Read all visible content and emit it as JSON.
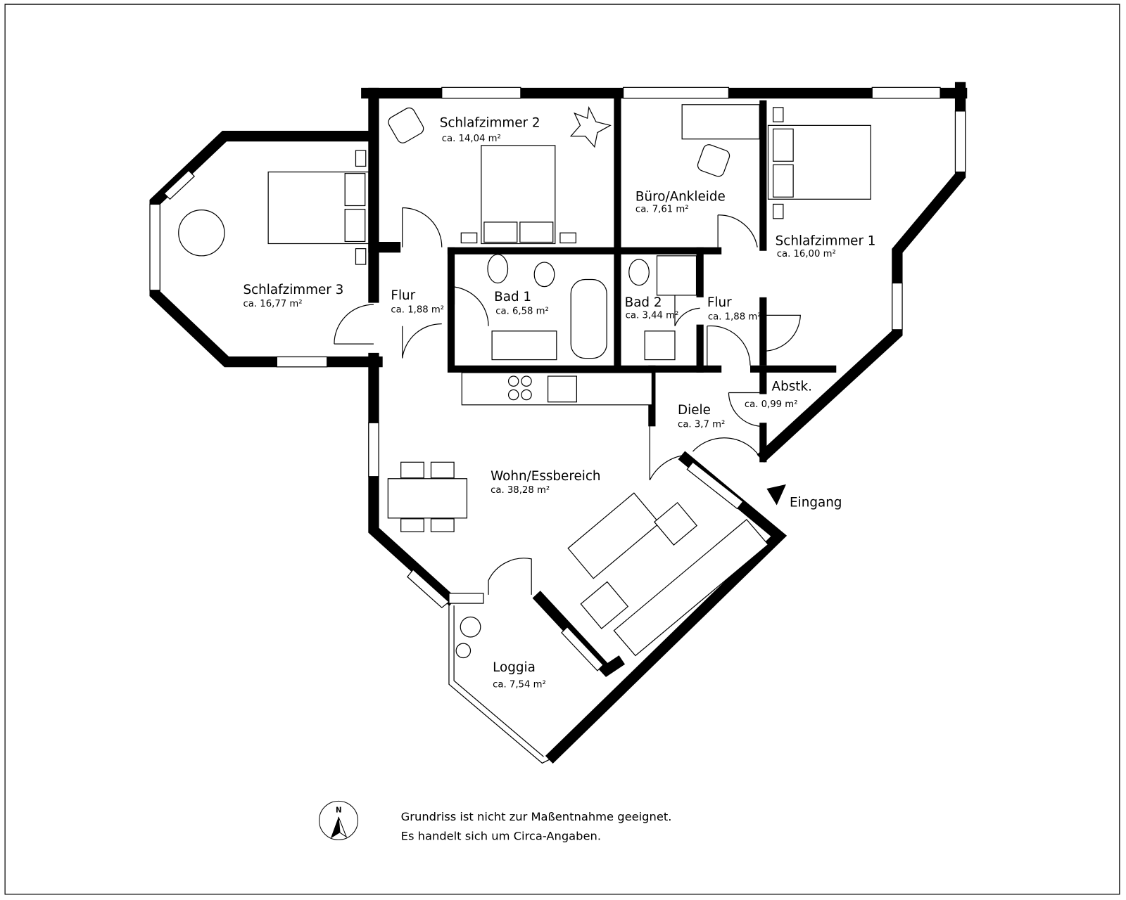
{
  "rooms": [
    {
      "name": "Schlafzimmer 2",
      "area": "ca. 14,04 m²"
    },
    {
      "name": "Büro/Ankleide",
      "area": "ca. 7,61 m²"
    },
    {
      "name": "Schlafzimmer 1",
      "area": "ca. 16,00 m²"
    },
    {
      "name": "Schlafzimmer 3",
      "area": "ca. 16,77 m²"
    },
    {
      "name": "Flur",
      "area": "ca. 1,88 m²"
    },
    {
      "name": "Bad 1",
      "area": "ca. 6,58 m²"
    },
    {
      "name": "Bad 2",
      "area": "ca. 3,44 m²"
    },
    {
      "name": "Flur",
      "area": "ca. 1,88 m²"
    },
    {
      "name": "Abstk.",
      "area": "ca. 0,99 m²"
    },
    {
      "name": "Diele",
      "area": "ca. 3,7 m²"
    },
    {
      "name": "Wohn/Essbereich",
      "area": "ca. 38,28 m²"
    },
    {
      "name": "Loggia",
      "area": "ca. 7,54 m²"
    }
  ],
  "entrance_label": "Eingang",
  "compass_label": "N",
  "note_lines": [
    "Grundriss ist nicht zur Maßentnahme geeignet.",
    "Es handelt sich um Circa-Angaben."
  ]
}
